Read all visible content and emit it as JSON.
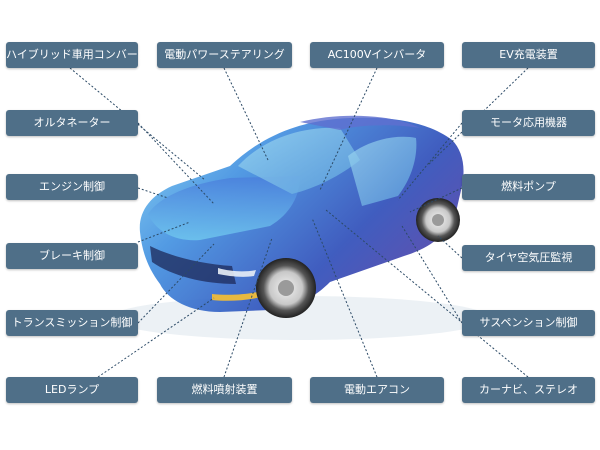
{
  "labels": [
    "ハイブリッド車用コンバータ",
    "電動パワーステアリング",
    "AC100Vインバータ",
    "EV充電装置",
    "オルタネーター",
    "モータ応用機器",
    "エンジン制御",
    "燃料ポンプ",
    "ブレーキ制御",
    "タイヤ空気圧監視",
    "トランスミッション制御",
    "サスペンション制御",
    "LEDランプ",
    "燃料噴射装置",
    "電動エアコン",
    "カーナビ、ステレオ"
  ],
  "colors": {
    "label_bg": "#4f6f88",
    "leader_line": "#2c4a66",
    "car_body_dark": "#2a3fa8",
    "car_body_light": "#7ec8ee"
  }
}
